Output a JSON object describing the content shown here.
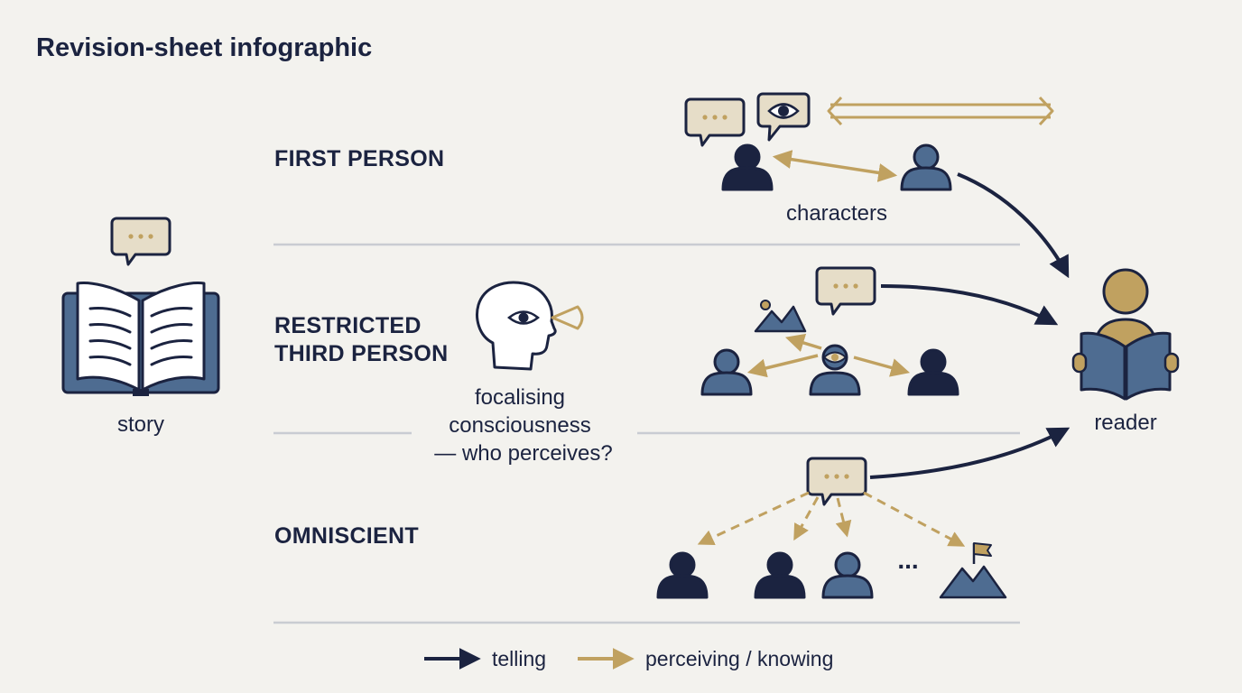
{
  "title": "Revision-sheet infographic",
  "sections": {
    "first_person": "FIRST PERSON",
    "restricted_line1": "RESTRICTED",
    "restricted_line2": "THIRD PERSON",
    "omniscient": "OMNISCIENT"
  },
  "captions": {
    "story": "story",
    "characters": "characters",
    "focalising_line1": "focalising",
    "focalising_line2": "consciousness",
    "focalising_line3": "— who perceives?",
    "reader": "reader",
    "ellipsis": "..."
  },
  "legend": {
    "telling": "telling",
    "perceiving": "perceiving / knowing"
  },
  "colors": {
    "navy": "#1b2340",
    "blue": "#4e6c91",
    "gold": "#c0a160",
    "bubble": "#e6ddc8",
    "rule": "#c9ccd2"
  },
  "icons": [
    "open-book-icon",
    "speech-bubble-icon",
    "eye-bubble-icon",
    "person-icon",
    "head-profile-eye-icon",
    "landscape-icon",
    "mountain-flag-icon",
    "reader-icon"
  ]
}
